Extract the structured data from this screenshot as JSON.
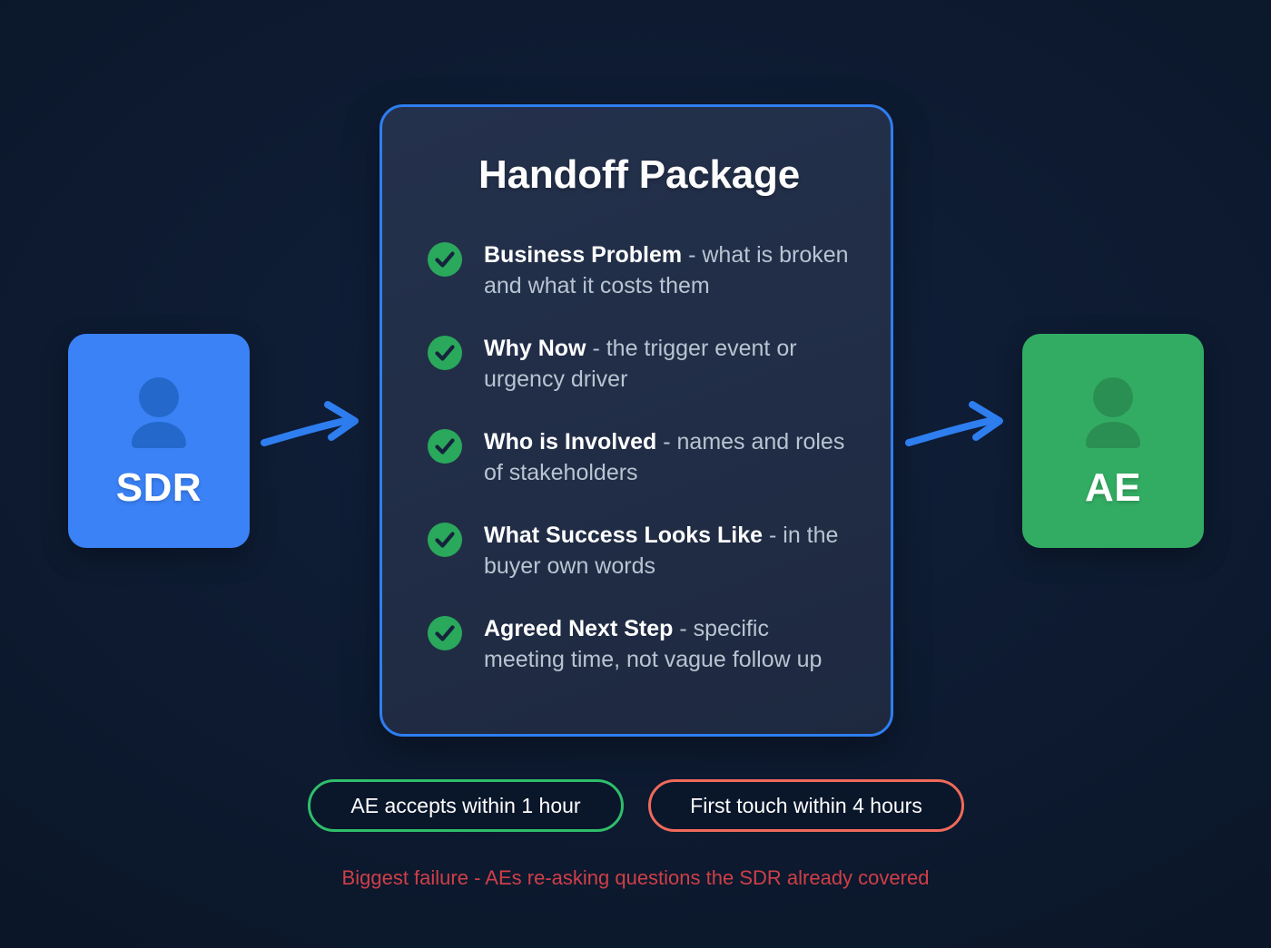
{
  "background": {
    "color": "#0d1a30"
  },
  "roles": {
    "source": {
      "label": "SDR",
      "color": "#3b82f6",
      "icon": "person-icon"
    },
    "target": {
      "label": "AE",
      "color": "#33ac63",
      "icon": "person-icon"
    }
  },
  "arrows": {
    "left": {
      "name": "arrow-sdr-to-package",
      "color": "#2e7ef0"
    },
    "right": {
      "name": "arrow-package-to-ae",
      "color": "#2e7ef0"
    }
  },
  "card": {
    "title": "Handoff Package",
    "border_color": "#2e7ef0",
    "items": [
      {
        "term": "Business Problem",
        "detail": " - what is broken and what it costs them",
        "icon": "check-circle-icon"
      },
      {
        "term": "Why Now",
        "detail": " - the trigger event or urgency driver",
        "icon": "check-circle-icon"
      },
      {
        "term": "Who is Involved",
        "detail": " - names and roles of stakeholders",
        "icon": "check-circle-icon"
      },
      {
        "term": "What Success Looks Like",
        "detail": " - in the buyer own words",
        "icon": "check-circle-icon"
      },
      {
        "term": "Agreed Next Step",
        "detail": " - specific meeting time, not vague follow up",
        "icon": "check-circle-icon"
      }
    ]
  },
  "pills": [
    {
      "label": "AE accepts within 1 hour",
      "color": "#2fbe6b",
      "status": "ok"
    },
    {
      "label": "First touch within 4 hours",
      "color": "#ef6a5a",
      "status": "warn"
    }
  ],
  "footer": {
    "note": "Biggest failure - AEs re-asking questions the SDR already covered",
    "color": "#cf3f48"
  }
}
